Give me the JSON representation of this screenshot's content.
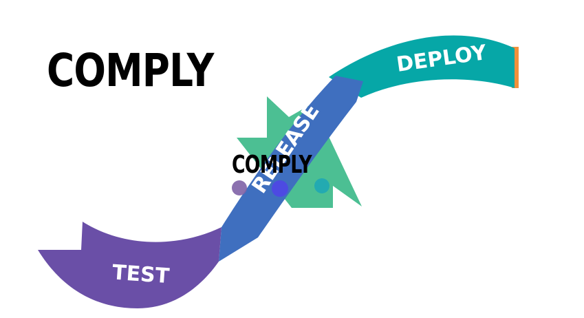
{
  "heading": "COMPLY",
  "overlay_label": "COMPLY",
  "stages": {
    "test": "TEST",
    "release": "RELEASE",
    "deploy": "DEPLOY"
  },
  "colors": {
    "test": "#6a4fa7",
    "release": "#3f6fbf",
    "deploy": "#06a7a7",
    "accent_green": "#4cbf93",
    "accent_orange": "#f2903a",
    "dot_purple": "#7e62a6",
    "dot_blue": "#4f46e5",
    "dot_teal": "#1fa7b5"
  }
}
